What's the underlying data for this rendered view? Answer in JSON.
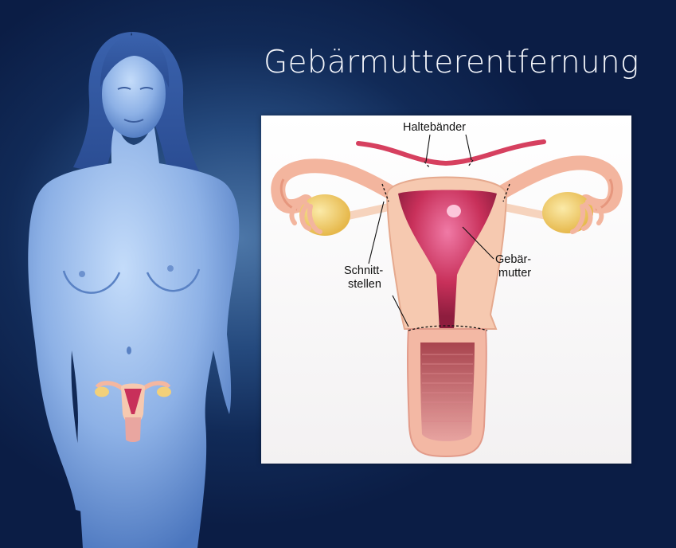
{
  "title": "Gebärmutterentfernung",
  "labels": {
    "ligaments": "Haltebänder",
    "uterus_line1": "Gebär-",
    "uterus_line2": "mutter",
    "incision_line1": "Schnitt-",
    "incision_line2": "stellen"
  },
  "colors": {
    "background": "#112a57",
    "figure": "#8fb3e6",
    "uterus": "#c8305a",
    "tissue": "#f6c9b0",
    "ovary": "#f2d07a"
  }
}
